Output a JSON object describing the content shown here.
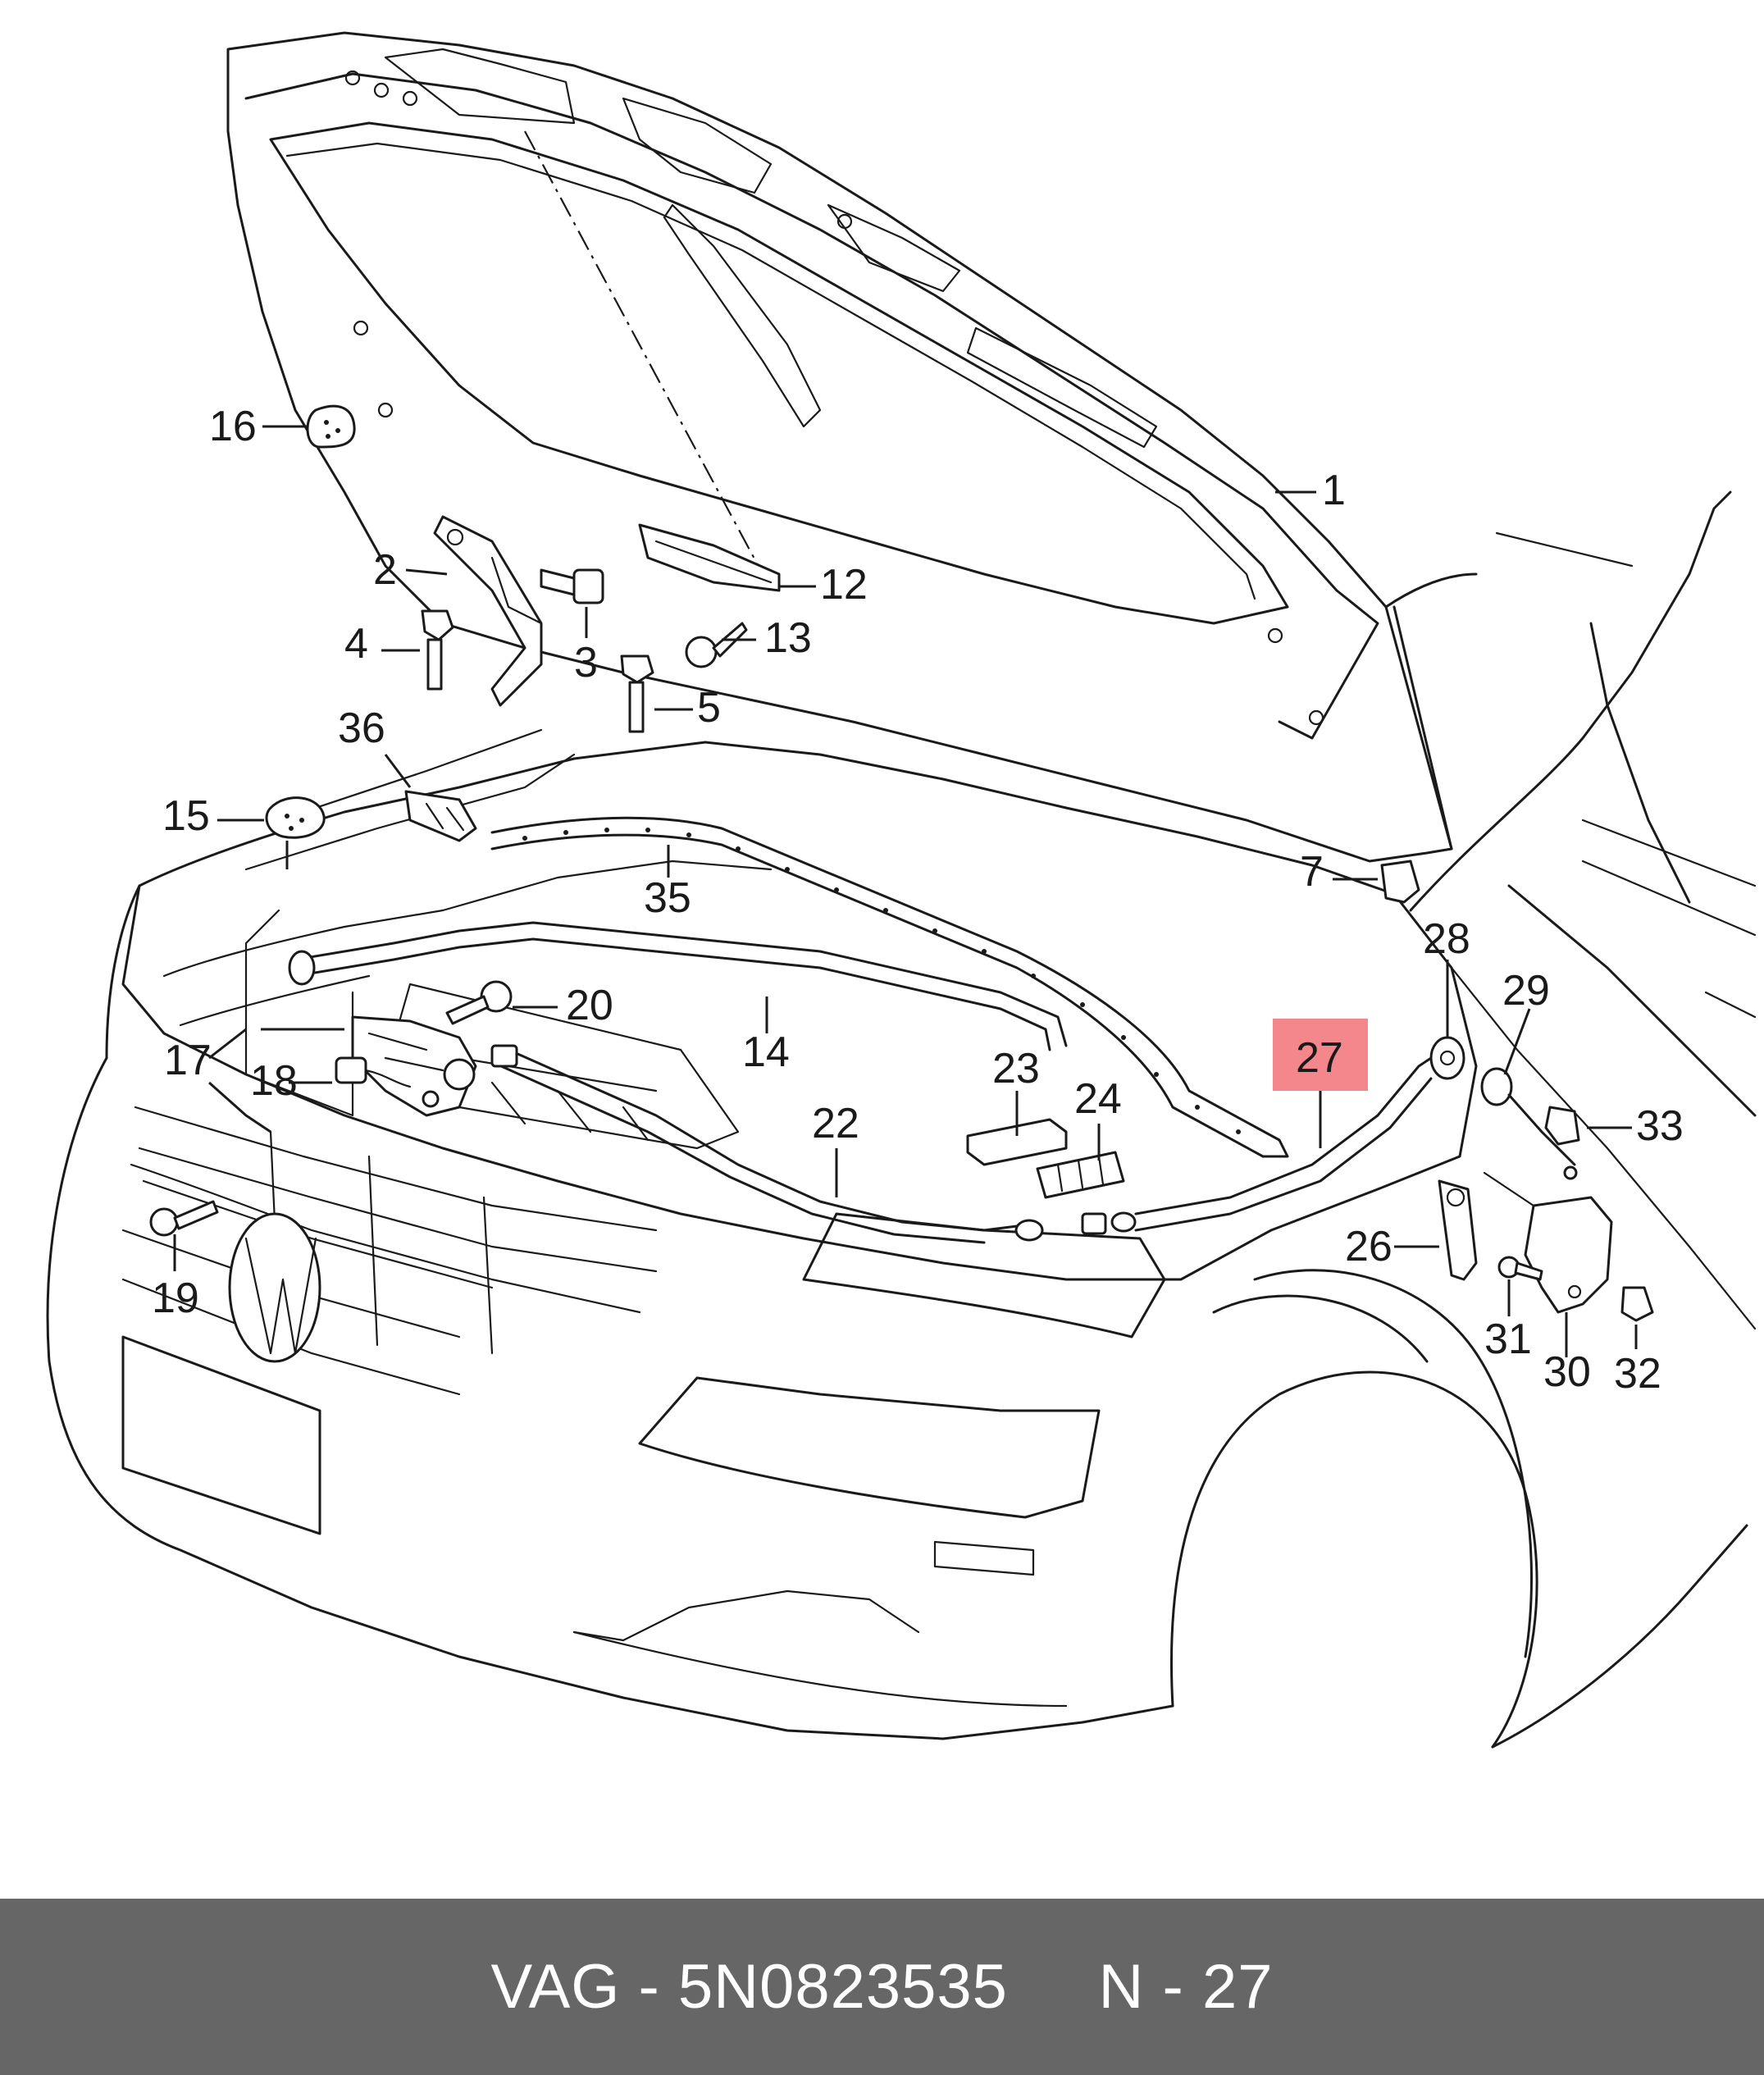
{
  "diagram": {
    "highlight_color": "#f4878c",
    "line_color": "#1a1a1a",
    "callouts": [
      {
        "id": "c1",
        "label": "1"
      },
      {
        "id": "c2",
        "label": "2"
      },
      {
        "id": "c3",
        "label": "3"
      },
      {
        "id": "c4",
        "label": "4"
      },
      {
        "id": "c5",
        "label": "5"
      },
      {
        "id": "c7",
        "label": "7"
      },
      {
        "id": "c12",
        "label": "12"
      },
      {
        "id": "c13",
        "label": "13"
      },
      {
        "id": "c14",
        "label": "14"
      },
      {
        "id": "c15",
        "label": "15"
      },
      {
        "id": "c16",
        "label": "16"
      },
      {
        "id": "c17",
        "label": "17"
      },
      {
        "id": "c18",
        "label": "18"
      },
      {
        "id": "c19",
        "label": "19"
      },
      {
        "id": "c20",
        "label": "20"
      },
      {
        "id": "c22",
        "label": "22"
      },
      {
        "id": "c23",
        "label": "23"
      },
      {
        "id": "c24",
        "label": "24"
      },
      {
        "id": "c26",
        "label": "26"
      },
      {
        "id": "c27",
        "label": "27",
        "highlighted": true
      },
      {
        "id": "c28",
        "label": "28"
      },
      {
        "id": "c29",
        "label": "29"
      },
      {
        "id": "c30",
        "label": "30"
      },
      {
        "id": "c31",
        "label": "31"
      },
      {
        "id": "c32",
        "label": "32"
      },
      {
        "id": "c33",
        "label": "33"
      },
      {
        "id": "c35",
        "label": "35"
      },
      {
        "id": "c36",
        "label": "36"
      }
    ]
  },
  "footer": {
    "text": "VAG - 5N0823535     N - 27",
    "background": "#666666",
    "text_color": "#ffffff"
  }
}
